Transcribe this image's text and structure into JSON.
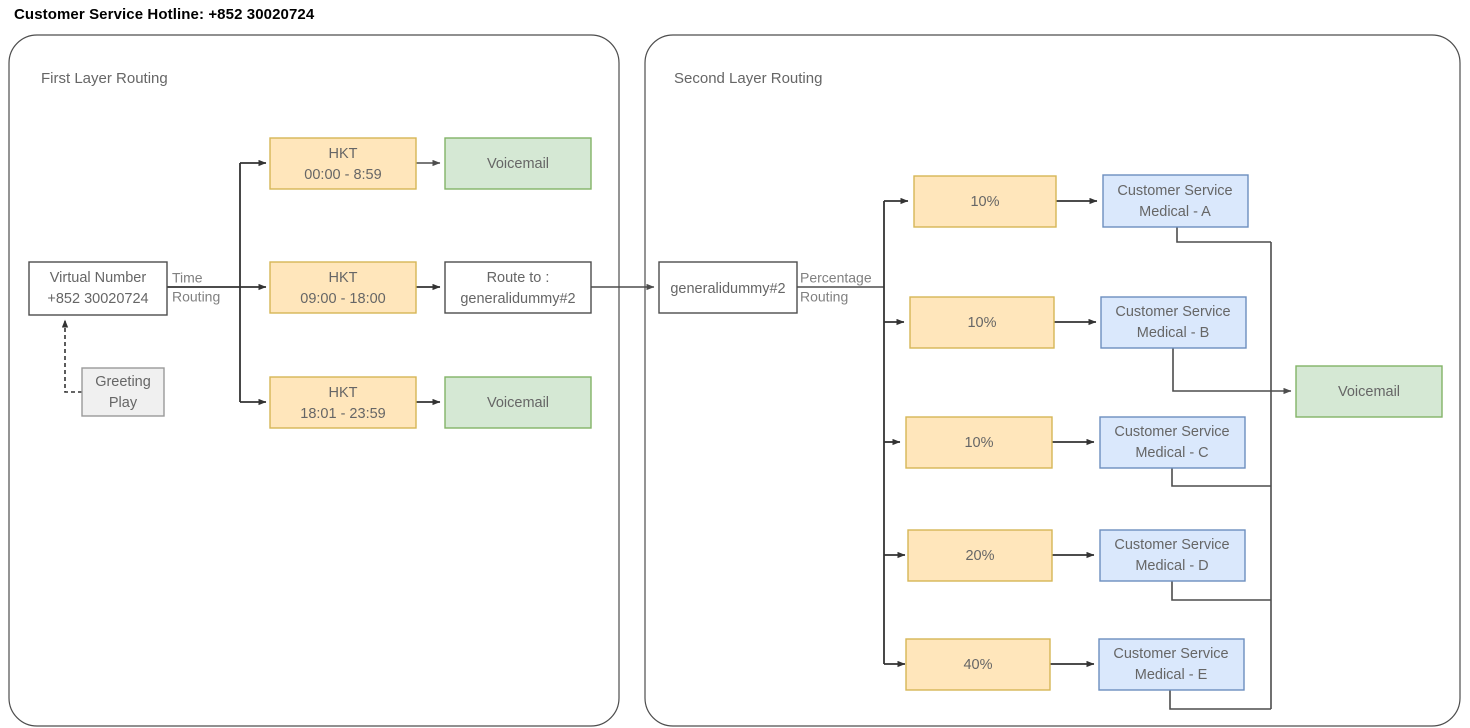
{
  "page": {
    "title": "Customer Service Hotline: +852 30020724"
  },
  "panels": [
    {
      "id": "first-layer",
      "title": "First Layer Routing"
    },
    {
      "id": "second-layer",
      "title": "Second Layer Routing"
    }
  ],
  "colors": {
    "orange_fill": "#ffe6bb",
    "orange_stroke": "#d6b656",
    "green_fill": "#d5e8d4",
    "green_stroke": "#82b366",
    "blue_fill": "#dae8fc",
    "blue_stroke": "#6c8ebf",
    "gray_fill": "#f0f0f0",
    "gray_stroke": "#999999",
    "white_fill": "#ffffff",
    "dark_stroke": "#4d4d4d",
    "text": "#666666",
    "line": "#333333"
  },
  "first_layer": {
    "virtual_number": {
      "line1": "Virtual Number",
      "line2": "+852 30020724"
    },
    "greeting": {
      "line1": "Greeting",
      "line2": "Play"
    },
    "routing_label": {
      "line1": "Time",
      "line2": "Routing"
    },
    "time_branches": [
      {
        "id": "branch-overnight",
        "zone": "HKT",
        "range": "00:00 - 8:59",
        "target": "Voicemail",
        "target_type": "voicemail"
      },
      {
        "id": "branch-office-hours",
        "zone": "HKT",
        "range": "09:00 - 18:00",
        "target_line1": "Route to :",
        "target_line2": "generalidummy#2",
        "target_type": "route"
      },
      {
        "id": "branch-evening",
        "zone": "HKT",
        "range": "18:01 - 23:59",
        "target": "Voicemail",
        "target_type": "voicemail"
      }
    ]
  },
  "second_layer": {
    "entry": "generalidummy#2",
    "routing_label": {
      "line1": "Percentage",
      "line2": "Routing"
    },
    "distribution": [
      {
        "id": "dist-a",
        "percentage": "10%",
        "agent_line1": "Customer Service",
        "agent_line2": "Medical - A"
      },
      {
        "id": "dist-b",
        "percentage": "10%",
        "agent_line1": "Customer Service",
        "agent_line2": "Medical - B"
      },
      {
        "id": "dist-c",
        "percentage": "10%",
        "agent_line1": "Customer Service",
        "agent_line2": "Medical - C"
      },
      {
        "id": "dist-d",
        "percentage": "20%",
        "agent_line1": "Customer Service",
        "agent_line2": "Medical - D"
      },
      {
        "id": "dist-e",
        "percentage": "40%",
        "agent_line1": "Customer Service",
        "agent_line2": "Medical - E"
      }
    ],
    "overflow": "Voicemail"
  }
}
